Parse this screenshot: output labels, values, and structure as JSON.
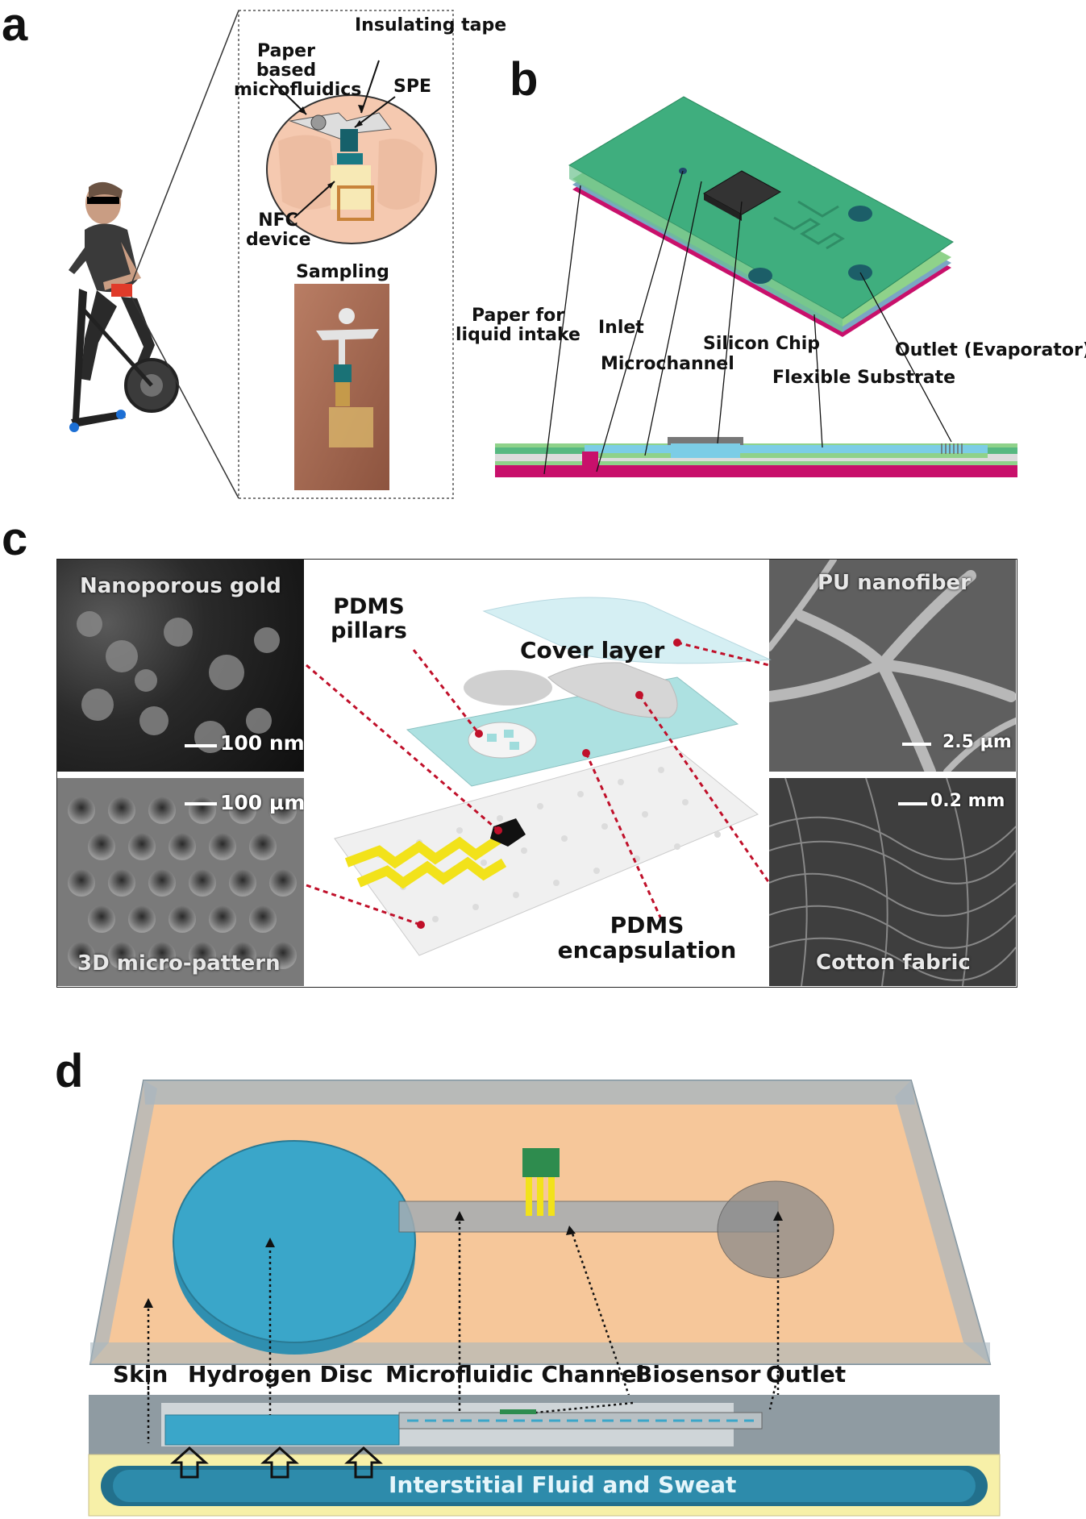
{
  "panels": {
    "a": {
      "letter": "a",
      "labels": {
        "insulating_tape": "Insulating tape",
        "paper_microfluidics": "Paper based microfluidics",
        "spe": "SPE",
        "nfc_device": "NFC device",
        "sampling": "Sampling"
      }
    },
    "b": {
      "letter": "b",
      "labels": {
        "paper_intake": "Paper for liquid intake",
        "inlet": "Inlet",
        "microchannel": "Microchannel",
        "silicon_chip": "Silicon Chip",
        "flexible_substrate": "Flexible Substrate",
        "outlet": "Outlet (Evaporator)"
      },
      "colors": {
        "green": "#3fae7e",
        "magenta": "#c8106b",
        "light_green": "#8fd28a",
        "blue": "#7ccde6"
      }
    },
    "c": {
      "letter": "c",
      "images": {
        "nanoporous_gold": {
          "title": "Nanoporous gold",
          "scale": "100 nm"
        },
        "micro_pattern": {
          "title": "3D micro-pattern",
          "scale": "100 µm"
        },
        "pu_nanofiber": {
          "title": "PU nanofiber",
          "scale": "2.5 µm"
        },
        "cotton_fabric": {
          "title": "Cotton fabric",
          "scale": "0.2 mm"
        }
      },
      "labels": {
        "pdms_pillars": "PDMS pillars",
        "cover_layer": "Cover layer",
        "pdms_encapsulation": "PDMS encapsulation"
      },
      "colors": {
        "leader": "#c0102a",
        "layer": "#9fdcdc",
        "electrode": "#f2e21a"
      }
    },
    "d": {
      "letter": "d",
      "labels": {
        "skin": "Skin",
        "hydrogen_disc": "Hydrogen Disc",
        "microfluidic_channel": "Microfluidic Channel",
        "biosensor": "Biosensor",
        "outlet": "Outlet",
        "fluid": "Interstitial Fluid and Sweat"
      },
      "colors": {
        "skin": "#f6c79a",
        "disc": "#3aa6c9",
        "frame": "#7f8f98",
        "fluid_band": "#f7f0a8"
      }
    }
  }
}
